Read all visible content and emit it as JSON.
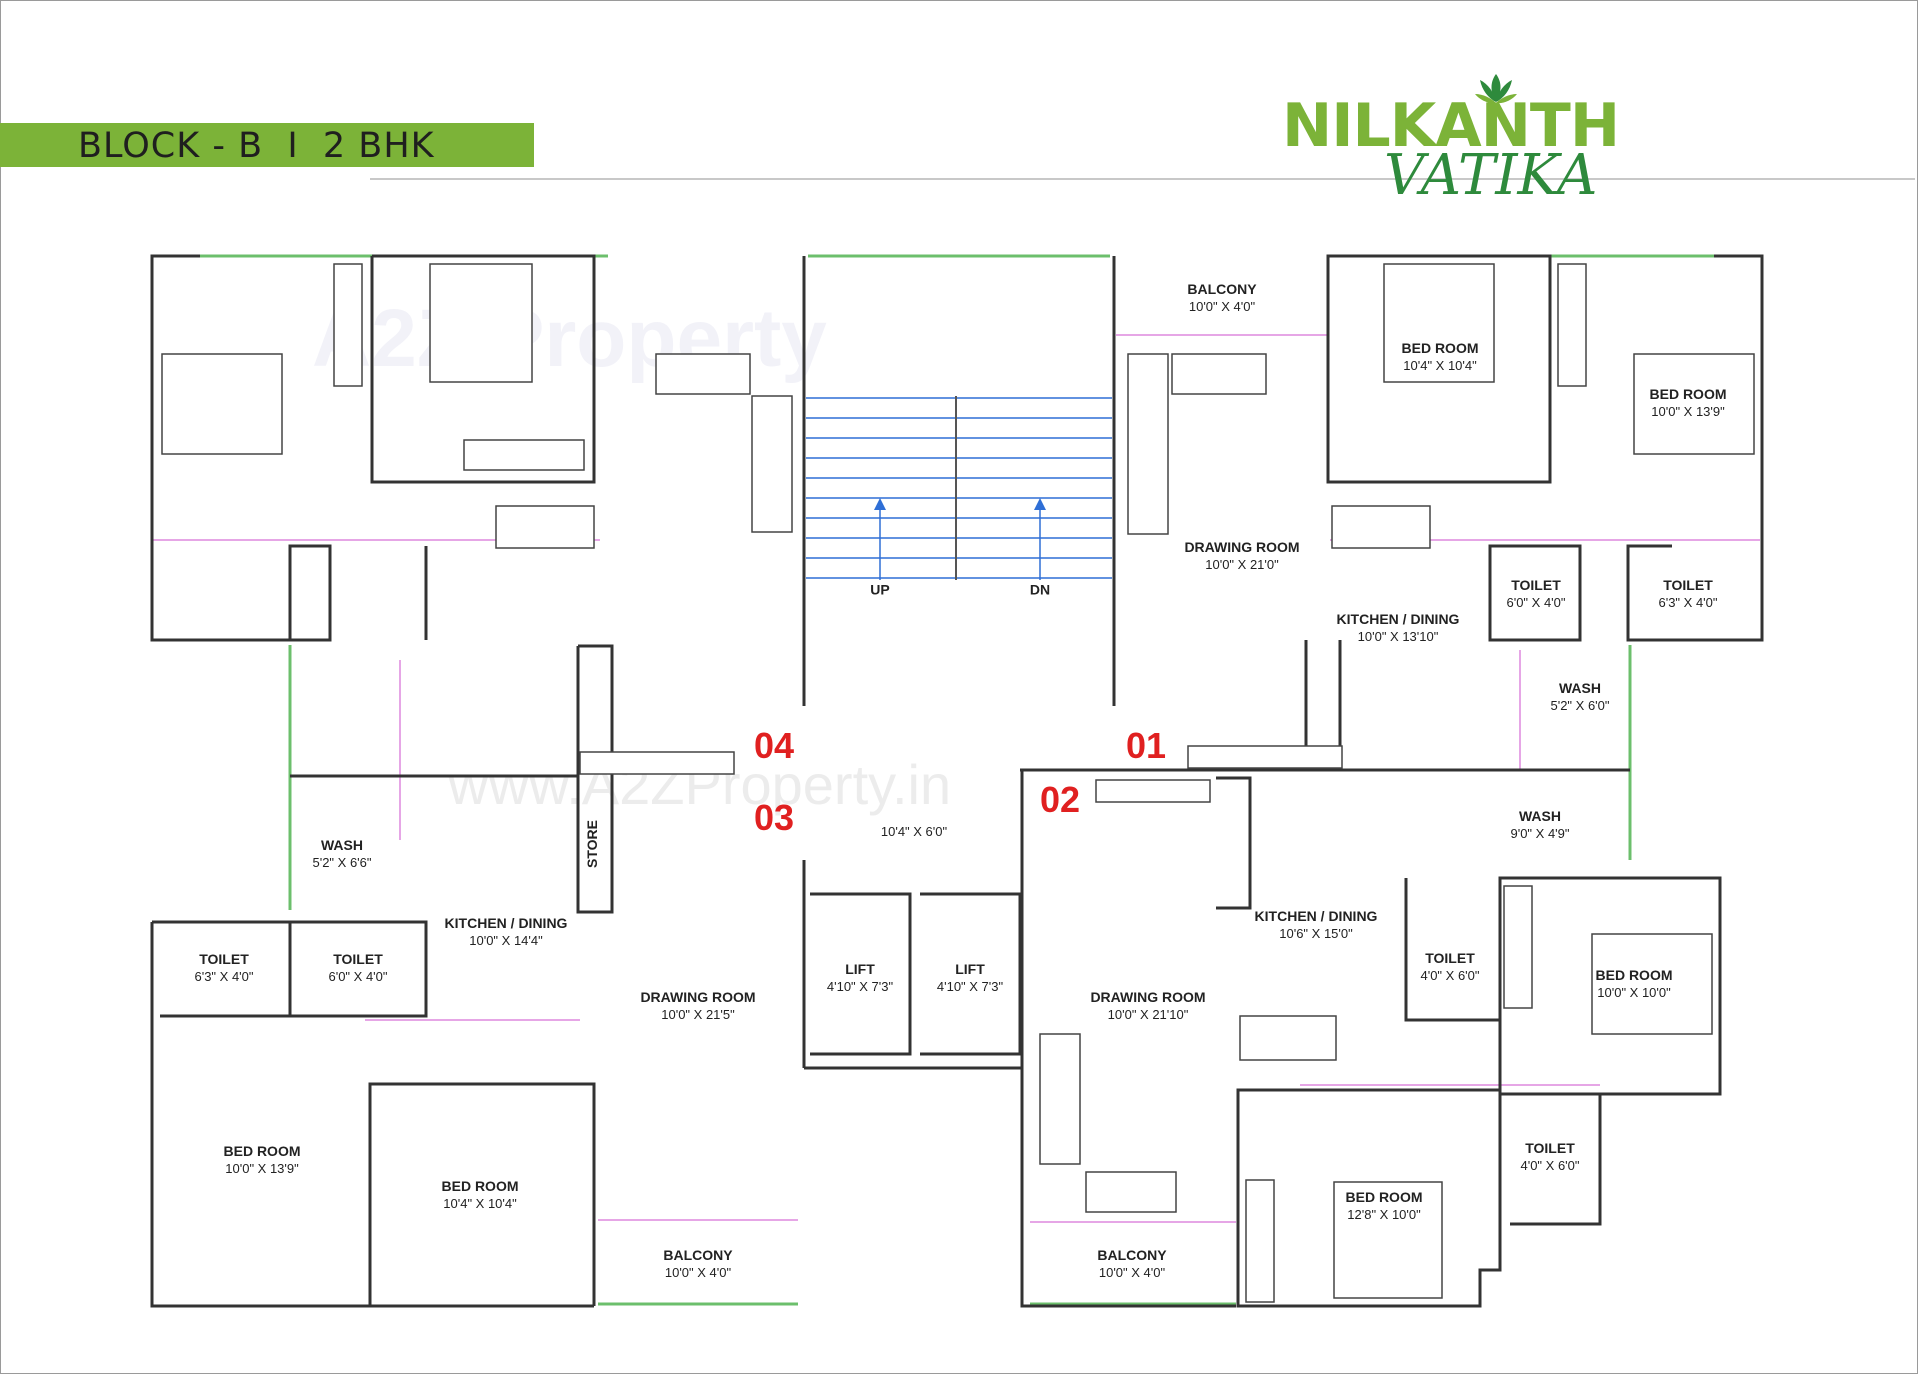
{
  "header": {
    "banner_text": "BLOCK - B  I  2 BHK",
    "logo_line1": "NILKANTH",
    "logo_line2": "VATIKA",
    "logo_icon": "lotus-icon",
    "colors": {
      "banner": "#7cb338",
      "logo_green": "#7cb338",
      "logo_dark_green": "#2e8a3c",
      "unit_number": "#e02020",
      "stair": "#2f6fd6"
    }
  },
  "watermark": {
    "logo": "A2Z Property",
    "url": "www.A2ZProperty.in"
  },
  "stairs": {
    "up": "UP",
    "down": "DN"
  },
  "units": {
    "u01": "01",
    "u02": "02",
    "u03": "03",
    "u04": "04"
  },
  "rooms": {
    "u01_balcony": {
      "name": "BALCONY",
      "dim": "10'0\" X 4'0\""
    },
    "u01_bed1": {
      "name": "BED ROOM",
      "dim": "10'4\" X 10'4\""
    },
    "u01_bed2": {
      "name": "BED ROOM",
      "dim": "10'0\" X 13'9\""
    },
    "u01_drawing": {
      "name": "DRAWING ROOM",
      "dim": "10'0\" X 21'0\""
    },
    "u01_kitchen": {
      "name": "KITCHEN / DINING",
      "dim": "10'0\" X 13'10\""
    },
    "u01_toilet1": {
      "name": "TOILET",
      "dim": "6'0\" X 4'0\""
    },
    "u01_toilet2": {
      "name": "TOILET",
      "dim": "6'3\" X 4'0\""
    },
    "u01_wash": {
      "name": "WASH",
      "dim": "5'2\" X 6'0\""
    },
    "u02_wash": {
      "name": "WASH",
      "dim": "9'0\" X 4'9\""
    },
    "u02_kitchen": {
      "name": "KITCHEN / DINING",
      "dim": "10'6\" X 15'0\""
    },
    "u02_toilet1": {
      "name": "TOILET",
      "dim": "4'0\" X 6'0\""
    },
    "u02_bed1": {
      "name": "BED ROOM",
      "dim": "10'0\" X 10'0\""
    },
    "u02_drawing": {
      "name": "DRAWING ROOM",
      "dim": "10'0\" X 21'10\""
    },
    "u02_toilet2": {
      "name": "TOILET",
      "dim": "4'0\" X 6'0\""
    },
    "u02_bed2": {
      "name": "BED ROOM",
      "dim": "12'8\" X 10'0\""
    },
    "u02_balcony": {
      "name": "BALCONY",
      "dim": "10'0\" X 4'0\""
    },
    "lobby": {
      "name": "",
      "dim": "10'4\" X 6'0\""
    },
    "lift1": {
      "name": "LIFT",
      "dim": "4'10\" X 7'3\""
    },
    "lift2": {
      "name": "LIFT",
      "dim": "4'10\" X 7'3\""
    },
    "u03_wash": {
      "name": "WASH",
      "dim": "5'2\" X 6'6\""
    },
    "u03_store": {
      "name": "STORE"
    },
    "u03_kitchen": {
      "name": "KITCHEN / DINING",
      "dim": "10'0\" X 14'4\""
    },
    "u03_toilet1": {
      "name": "TOILET",
      "dim": "6'3\" X 4'0\""
    },
    "u03_toilet2": {
      "name": "TOILET",
      "dim": "6'0\" X 4'0\""
    },
    "u03_drawing": {
      "name": "DRAWING ROOM",
      "dim": "10'0\" X 21'5\""
    },
    "u03_bed1": {
      "name": "BED ROOM",
      "dim": "10'0\" X 13'9\""
    },
    "u03_bed2": {
      "name": "BED ROOM",
      "dim": "10'4\" X 10'4\""
    },
    "u03_balcony": {
      "name": "BALCONY",
      "dim": "10'0\" X 4'0\""
    }
  }
}
